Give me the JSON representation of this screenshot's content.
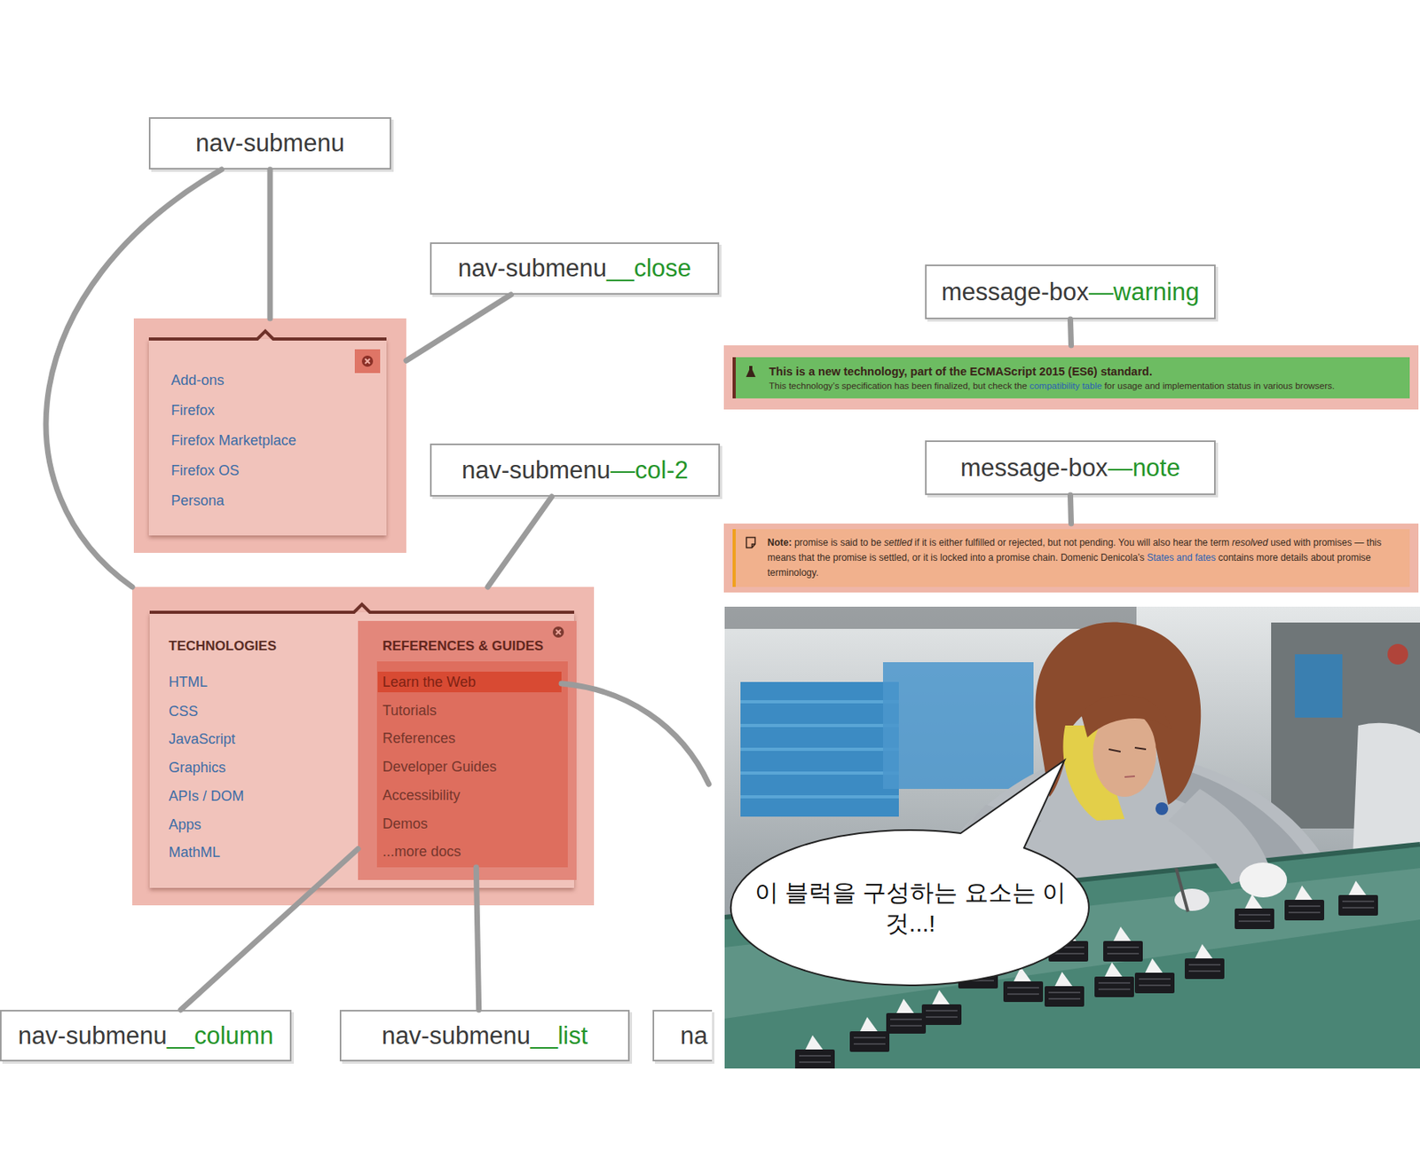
{
  "diagram": {
    "nodes": [
      {
        "text": [
          "nav-submenu"
        ]
      },
      {
        "text": [
          "nav-submenu",
          "__close"
        ]
      },
      {
        "text": [
          "message-box",
          "—warning"
        ]
      },
      {
        "text": [
          "Add-ons",
          "Firefox",
          "Firefox Marketplace",
          "Firefox OS",
          "Persona"
        ]
      },
      {
        "text": [
          "This is a new technology, part of the ECMAScript 2015 (ES6) standard.",
          "This technology’s specification has been finalized, but check the",
          "compatibility table",
          "for usage and implementation status in various browsers."
        ]
      },
      {
        "text": [
          "nav-submenu",
          "—col-2"
        ]
      },
      {
        "text": [
          "message-box",
          "—note"
        ]
      },
      {
        "text": [
          "Note:",
          "promise is said to be",
          "settled",
          "if it is either fulfilled or rejected, but not pending. You will also hear the term",
          "resolved",
          "used with promises — this means that the promise is settled, or it is locked into a promise chain. Domenic Denicola’s",
          "States and fates",
          "contains more details about promise terminology."
        ]
      },
      {
        "text": [
          "TECHNOLOGIES",
          "HTML",
          "CSS",
          "JavaScript",
          "Graphics",
          "APIs / DOM",
          "Apps",
          "MathML"
        ]
      },
      {
        "text": [
          "REFERENCES & GUIDES"
        ],
        "in": 8
      },
      {
        "text": [
          "Tutorials",
          "References",
          "Developer Guides",
          "Accessibility",
          "Demos",
          "...more docs"
        ],
        "in": 9
      },
      {
        "text": [
          "Learn the Web"
        ],
        "in": 10
      },
      {
        "text": [
          "이 블럭을 구성하는 요소는 이것...!"
        ]
      },
      {
        "text": [
          "nav-submenu",
          "__column"
        ]
      },
      {
        "text": [
          "nav-submenu",
          "__list"
        ]
      },
      {
        "text": [
          "na"
        ]
      }
    ],
    "edges": [
      {
        "from": 0,
        "to": 3,
        "arrow": "none"
      },
      {
        "from": 0,
        "to": 8,
        "arrow": "none"
      },
      {
        "from": 1,
        "to": 3,
        "arrow": "none"
      },
      {
        "from": 5,
        "to": 8,
        "arrow": "none"
      },
      {
        "from": 2,
        "to": 4,
        "arrow": "none"
      },
      {
        "from": 6,
        "to": 7,
        "arrow": "none"
      },
      {
        "from": 13,
        "to": 9,
        "arrow": "none"
      },
      {
        "from": 14,
        "to": 10,
        "arrow": "none"
      }
    ]
  }
}
